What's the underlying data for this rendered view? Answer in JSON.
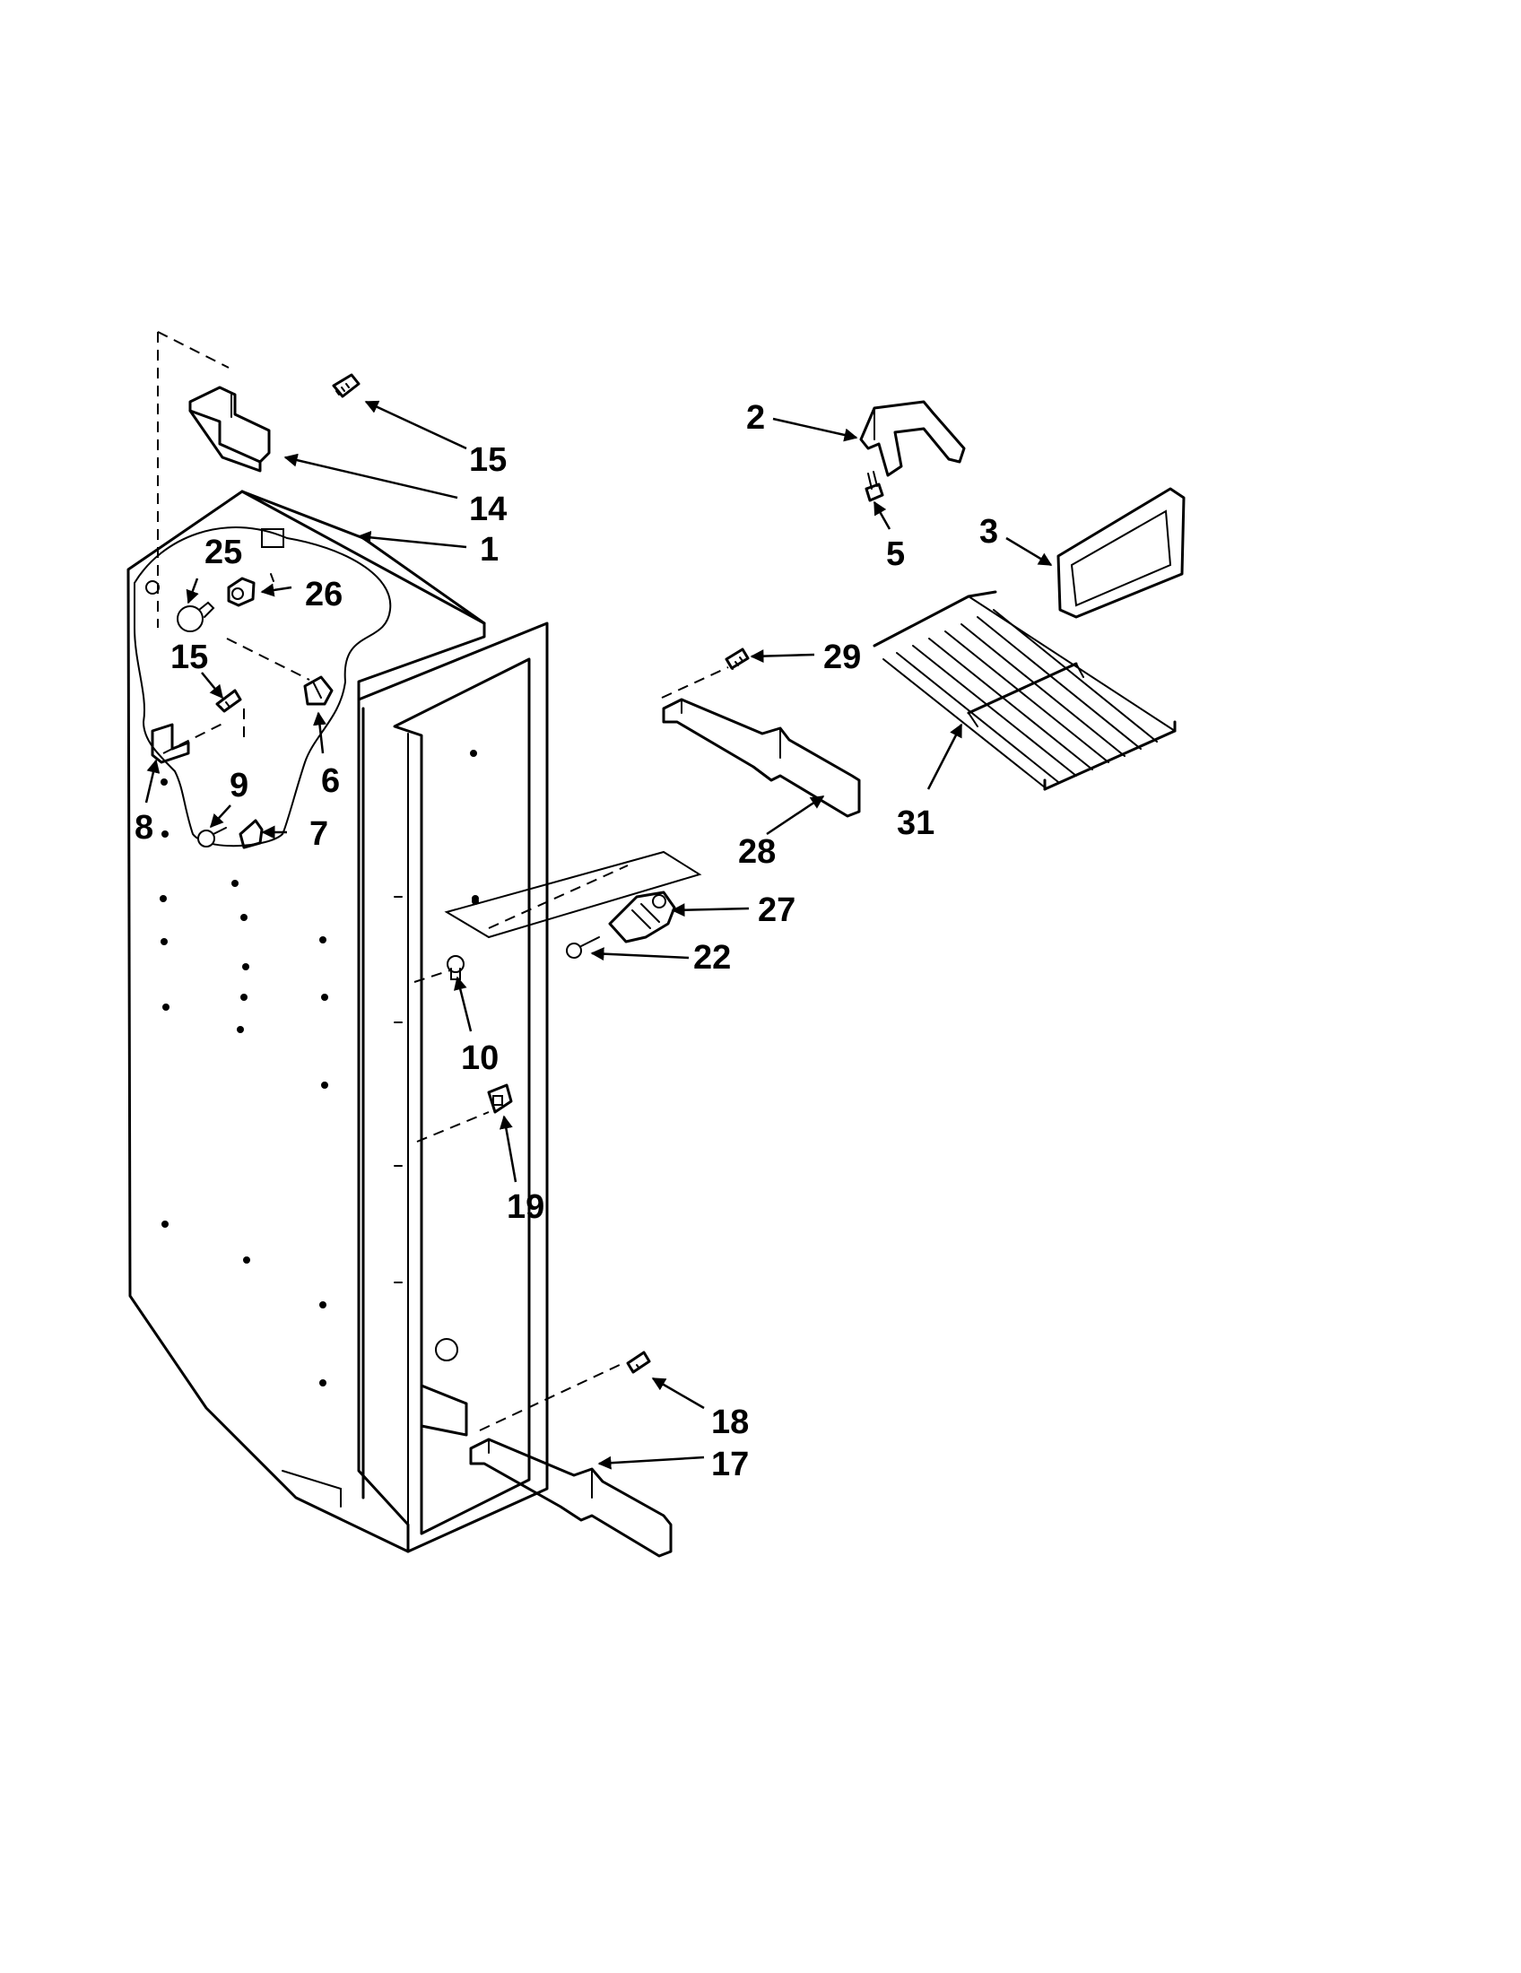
{
  "callouts": [
    {
      "id": "c1",
      "label": "1"
    },
    {
      "id": "c2",
      "label": "2"
    },
    {
      "id": "c3",
      "label": "3"
    },
    {
      "id": "c5",
      "label": "5"
    },
    {
      "id": "c6",
      "label": "6"
    },
    {
      "id": "c7",
      "label": "7"
    },
    {
      "id": "c8",
      "label": "8"
    },
    {
      "id": "c9",
      "label": "9"
    },
    {
      "id": "c10",
      "label": "10"
    },
    {
      "id": "c14",
      "label": "14"
    },
    {
      "id": "c15a",
      "label": "15"
    },
    {
      "id": "c15b",
      "label": "15"
    },
    {
      "id": "c17",
      "label": "17"
    },
    {
      "id": "c18",
      "label": "18"
    },
    {
      "id": "c19",
      "label": "19"
    },
    {
      "id": "c22",
      "label": "22"
    },
    {
      "id": "c25",
      "label": "25"
    },
    {
      "id": "c26",
      "label": "26"
    },
    {
      "id": "c27",
      "label": "27"
    },
    {
      "id": "c28",
      "label": "28"
    },
    {
      "id": "c29",
      "label": "29"
    },
    {
      "id": "c31",
      "label": "31"
    }
  ]
}
